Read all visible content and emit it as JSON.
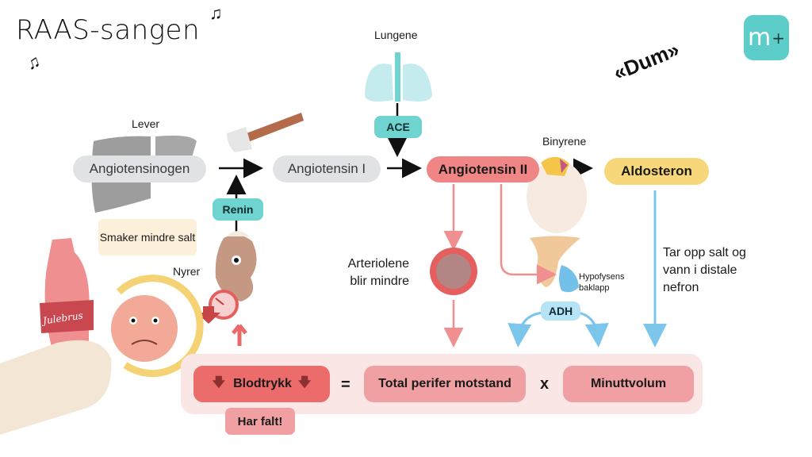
{
  "header": {
    "title": "RAAS-sangen",
    "music_note_1": "♫",
    "music_note_2": "♫",
    "annotation": "«Dum»",
    "logo_letter": "m",
    "logo_plus": "+"
  },
  "organs": {
    "liver": "Lever",
    "lungs": "Lungene",
    "adrenals": "Binyrene",
    "kidneys": "Nyrer",
    "pituitary": "Hypofysens baklapp"
  },
  "molecules": {
    "angiotensinogen": "Angiotensinogen",
    "angiotensin_1": "Angiotensin I",
    "angiotensin_2": "Angiotensin II",
    "aldosterone": "Aldosteron"
  },
  "enzymes": {
    "ace": "ACE",
    "renin": "Renin",
    "adh": "ADH"
  },
  "captions": {
    "taste": "Smaker mindre salt",
    "arterioles": "Arteriolene blir mindre",
    "distal": "Tar opp salt og vann i distale nefron",
    "bottle_label": "Julebrus"
  },
  "equation": {
    "blood_pressure": "Blodtrykk",
    "equals": "=",
    "resistance": "Total perifer motstand",
    "times": "x",
    "cardiac_output": "Minuttvolum",
    "status": "Har falt!",
    "down_arrow": "🡇"
  },
  "colors": {
    "teal": "#5ccdc9",
    "red": "#ec6b6b",
    "yellow": "#f8d77a",
    "blue": "#7cc6ec",
    "grey": "#e1e2e5"
  }
}
